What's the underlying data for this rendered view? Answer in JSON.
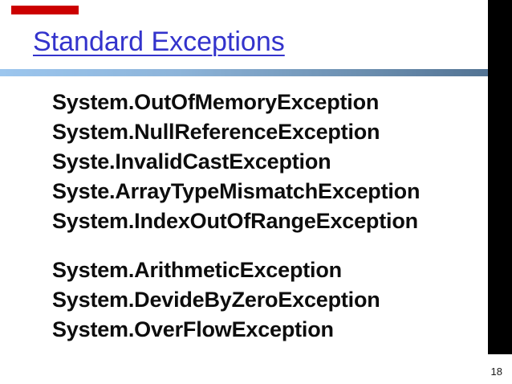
{
  "slide": {
    "title": "Standard Exceptions",
    "page_number": "18",
    "exception_groups": [
      {
        "items": [
          "System.OutOfMemoryException",
          "System.NullReferenceException",
          "Syste.InvalidCastException",
          "Syste.ArrayTypeMismatchException",
          "System.IndexOutOfRangeException"
        ]
      },
      {
        "items": [
          "System.ArithmeticException",
          "System.DevideByZeroException",
          "System.OverFlowException"
        ]
      }
    ],
    "colors": {
      "title_blue": "#3333cc",
      "rule_gradient_left": "#9cc6ee",
      "rule_gradient_right": "#4e6e8e",
      "accent_red": "#cc0000",
      "side_bar_black": "#000000",
      "body_text": "#0d0d0d"
    }
  }
}
